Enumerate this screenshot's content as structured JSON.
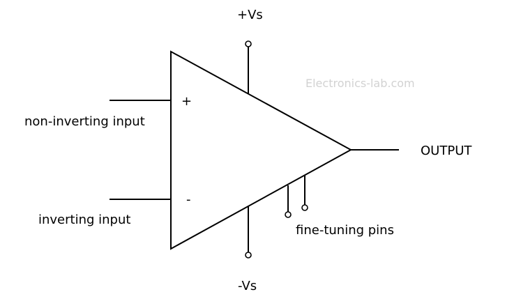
{
  "labels": {
    "positive_supply": "+Vs",
    "negative_supply": "-Vs",
    "non_inverting_input": "non-inverting input",
    "inverting_input": "inverting input",
    "output": "OUTPUT",
    "fine_tuning_pins": "fine-tuning pins",
    "plus_sign": "+",
    "minus_sign": "-"
  },
  "watermark": "Electronics-lab.com"
}
